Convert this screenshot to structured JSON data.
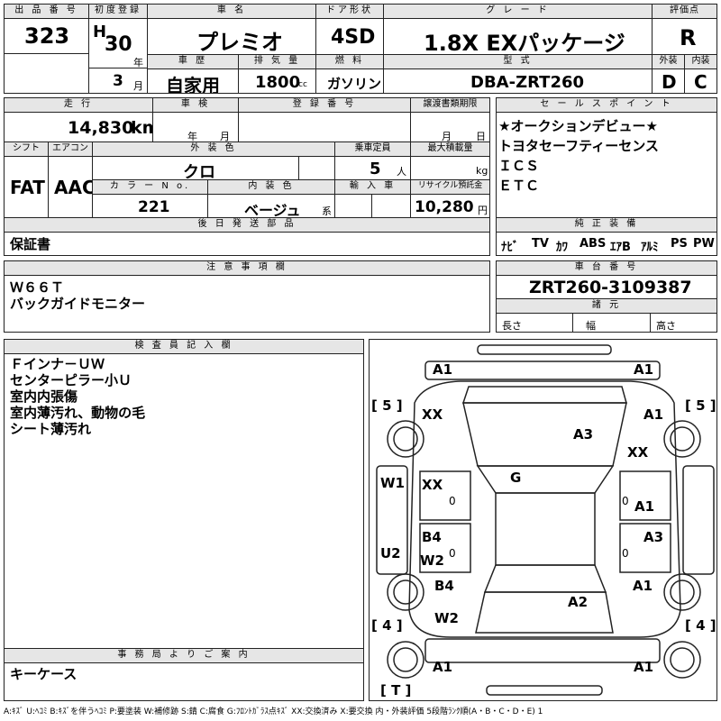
{
  "header": {
    "lot_label": "出 品 番 号",
    "lot_number": "323",
    "first_reg_label": "初度登録",
    "era_letter": "H",
    "year": "30",
    "year_unit": "年",
    "month": "3",
    "month_unit": "月",
    "car_name_label": "車 名",
    "car_name": "プレミオ",
    "door_label": "ドア形状",
    "door": "4SD",
    "grade_label": "グ レ ー ド",
    "grade": "1.8X EXパッケージ",
    "score_label": "評価点",
    "score": "R",
    "history_label": "車 歴",
    "history": "自家用",
    "displacement_label": "排 気 量",
    "displacement": "1800",
    "displacement_unit": "cc",
    "fuel_label": "燃 料",
    "fuel": "ガソリン",
    "model_code_label": "型 式",
    "model_code": "DBA-ZRT260",
    "exterior_label": "外装",
    "exterior_grade": "D",
    "interior_label": "内装",
    "interior_grade": "C"
  },
  "row2": {
    "mileage_label": "走 行",
    "mileage": "14,830",
    "mileage_unit": "km",
    "inspection_label": "車 検",
    "inspection_year_unit": "年",
    "inspection_month_unit": "月",
    "reg_no_label": "登 録 番 号",
    "transfer_label": "譲渡書類期限",
    "transfer_month_unit": "月",
    "transfer_day_unit": "日",
    "shift_label": "シフト",
    "shift": "FAT",
    "ac_label": "エアコン",
    "ac": "AAC",
    "color_label": "外 装 色",
    "color": "クロ",
    "capacity_label": "乗車定員",
    "capacity": "5",
    "capacity_unit": "人",
    "load_label": "最大積載量",
    "load_unit": "kg",
    "color_no_label": "カ ラ ー N o.",
    "color_no": "221",
    "int_color_label": "内 装 色",
    "int_color": "ベージュ",
    "int_color_unit": "系",
    "import_label": "輸 入 車",
    "recycle_label": "リサイクル預託金",
    "recycle": "10,280",
    "recycle_unit": "円",
    "later_parts_label": "後 日 発 送 部 品",
    "later_parts": "保証書"
  },
  "sales_points": {
    "label": "セ ー ル ス ポ イ ン ト",
    "items": [
      "★オークションデビュー★",
      "トヨタセーフティーセンス",
      "ＩＣＳ",
      "ＥＴＣ"
    ]
  },
  "equipment": {
    "label": "純 正 装 備",
    "items": [
      "ﾅﾋﾞ",
      "TV",
      "ｶﾜ",
      "ABS",
      "ｴｱB",
      "ｱﾙﾐ",
      "PS",
      "PW"
    ]
  },
  "notes": {
    "label": "注 意 事 項 欄",
    "lines": [
      "Ｗ６６Ｔ",
      "バックガイドモニター"
    ]
  },
  "chassis": {
    "label": "車 台 番 号",
    "number": "ZRT260-3109387",
    "dims_label": "諸 元",
    "length_label": "長さ",
    "width_label": "幅",
    "height_label": "高さ"
  },
  "inspector": {
    "label": "検 査 員 記 入 欄",
    "lines": [
      "Ｆインナ－ＵＷ",
      "センターピラー小Ｕ",
      "室内内張傷",
      "室内薄汚れ、動物の毛",
      "シート薄汚れ"
    ]
  },
  "office": {
    "label": "事 務 局 よ り ご 案 内",
    "text": "キーケース"
  },
  "legend": "A:ｷｽﾞ U:ﾍｺﾐ B:ｷｽﾞを伴うﾍｺﾐ P:要塗装 W:補修跡 S:錆 C:腐食 G:ﾌﾛﾝﾄｶﾞﾗｽ点ｷｽﾞ XX:交換済み X:要交換 内・外装評価 5段階ﾗﾝｸ順(A・B・C・D・E) 1",
  "diagram": {
    "marks": {
      "front_left": "A1",
      "front_right": "A1",
      "tire_fl": "5",
      "tire_fr": "5",
      "tire_rl": "4",
      "tire_rr": "4",
      "spare": "T",
      "fender_fl": "XX",
      "fender_fr": "A1",
      "hood": "A3",
      "fender_fr2": "XX",
      "windshield": "G",
      "pillar_l": "W1",
      "door_fl": "XX",
      "door_fl_sub": "0",
      "door_fr": "A1",
      "door_fr_sub": "0",
      "door_rl_a": "B4",
      "door_rl_b": "W2",
      "door_rl_sub": "0",
      "door_rr": "A3",
      "door_rr_sub": "0",
      "sill_l": "U2",
      "qtr_l_a": "B4",
      "qtr_l_b": "W2",
      "qtr_r": "A1",
      "trunk": "A2",
      "rear_left": "A1",
      "rear_right": "A1"
    }
  }
}
